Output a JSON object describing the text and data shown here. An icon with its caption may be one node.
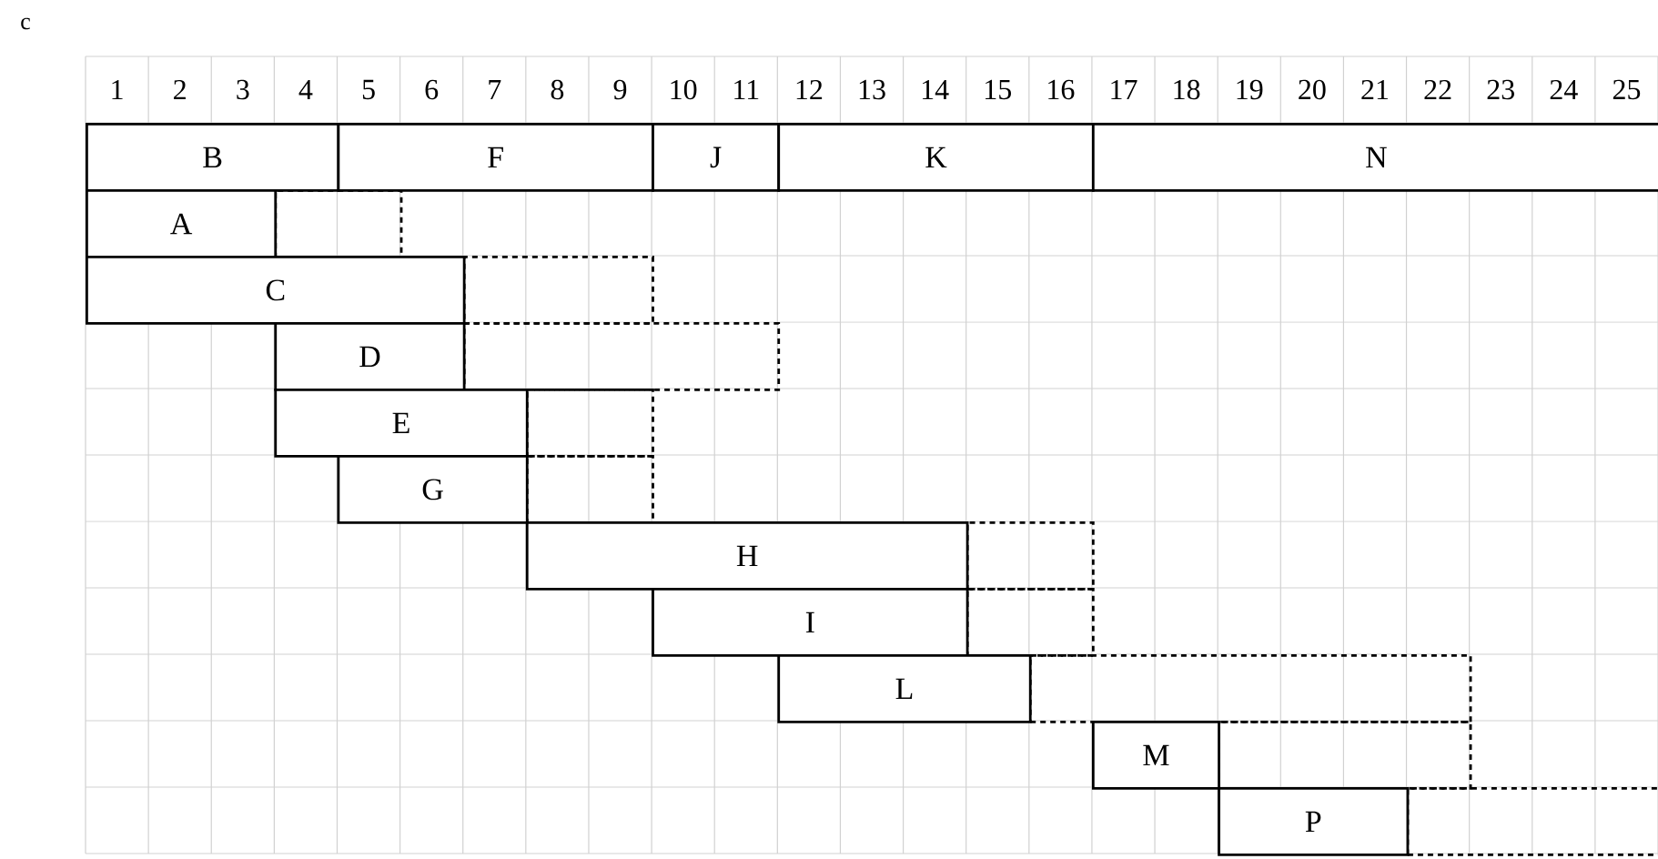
{
  "diagram": {
    "nodes": [
      {
        "text": [
          "B"
        ]
      },
      {
        "text": [
          "F"
        ]
      },
      {
        "text": [
          "J"
        ]
      },
      {
        "text": [
          "K"
        ]
      },
      {
        "text": [
          "N"
        ]
      },
      {
        "text": [
          "A"
        ]
      },
      {
        "text": [],
        "shape": "box"
      },
      {
        "text": [
          "C"
        ]
      },
      {
        "text": [],
        "shape": "box"
      },
      {
        "text": [
          "D"
        ]
      },
      {
        "text": [],
        "shape": "box"
      },
      {
        "text": [
          "E"
        ]
      },
      {
        "text": [],
        "shape": "box"
      },
      {
        "text": [
          "G"
        ]
      },
      {
        "text": [],
        "shape": "box"
      },
      {
        "text": [
          "H"
        ]
      },
      {
        "text": [],
        "shape": "box"
      },
      {
        "text": [
          "I"
        ]
      },
      {
        "text": [],
        "shape": "box"
      },
      {
        "text": [
          "L"
        ]
      },
      {
        "text": [],
        "shape": "box"
      },
      {
        "text": [
          "M"
        ]
      },
      {
        "text": [],
        "shape": "box"
      },
      {
        "text": [
          "P"
        ]
      },
      {
        "text": [],
        "shape": "box"
      }
    ],
    "labels": [
      "c",
      "1",
      "2",
      "3",
      "4",
      "5",
      "6",
      "7",
      "8",
      "9",
      "10",
      "11",
      "12",
      "13",
      "14",
      "15",
      "16",
      "17",
      "18",
      "19",
      "20",
      "21",
      "22",
      "23",
      "24",
      "25"
    ]
  }
}
